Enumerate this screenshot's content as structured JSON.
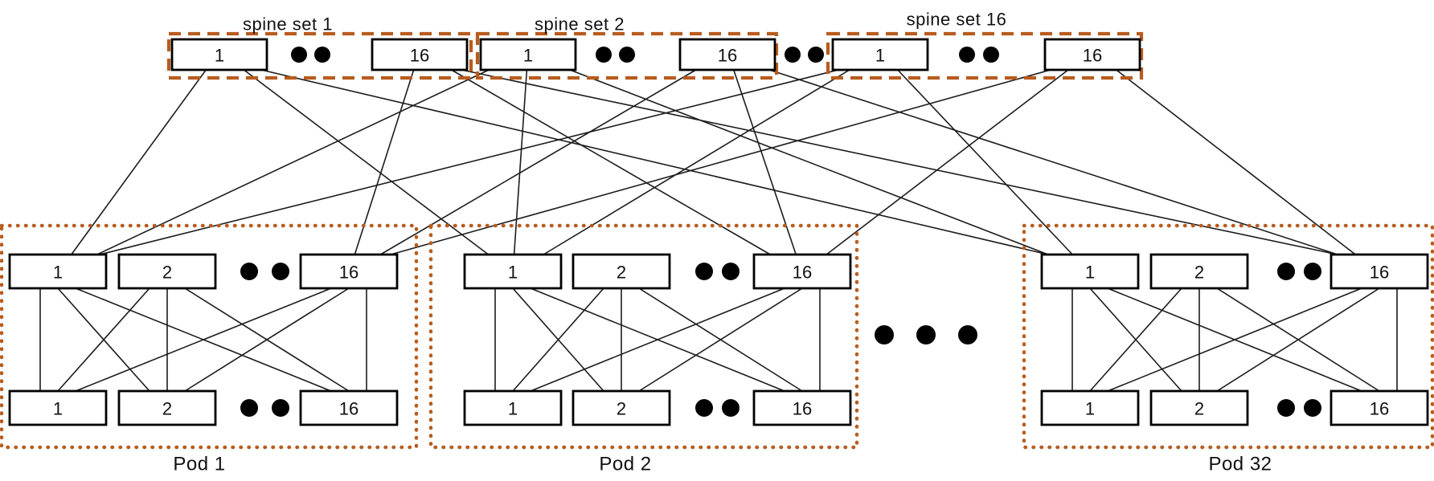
{
  "diagram": {
    "kind": "fat-tree network topology",
    "colors": {
      "group_border_orange": "#b85c1e",
      "link_line": "#1c1c1c",
      "box_stroke": "#000000",
      "box_fill": "#ffffff",
      "dot_black": "#000000",
      "text": "#111111"
    },
    "spine_sets": [
      {
        "id": "ss1",
        "label": "spine set 1",
        "boxes": [
          {
            "id": "ss1-b1",
            "label": "1"
          },
          {
            "id": "ss1-b16",
            "label": "16"
          }
        ],
        "inner_ellipsis_dots": 2
      },
      {
        "id": "ss2",
        "label": "spine set 2",
        "boxes": [
          {
            "id": "ss2-b1",
            "label": "1"
          },
          {
            "id": "ss2-b16",
            "label": "16"
          }
        ],
        "inner_ellipsis_dots": 2
      },
      {
        "id": "ss16",
        "label": "spine set 16",
        "boxes": [
          {
            "id": "ss16-b1",
            "label": "1"
          },
          {
            "id": "ss16-b16",
            "label": "16"
          }
        ],
        "inner_ellipsis_dots": 2
      }
    ],
    "spine_gap_ellipsis_dots": 2,
    "pods": [
      {
        "id": "pod1",
        "label": "Pod 1",
        "upper": [
          {
            "id": "p1-u1",
            "label": "1"
          },
          {
            "id": "p1-u2",
            "label": "2"
          },
          {
            "id": "p1-u16",
            "label": "16"
          }
        ],
        "lower": [
          {
            "id": "p1-l1",
            "label": "1"
          },
          {
            "id": "p1-l2",
            "label": "2"
          },
          {
            "id": "p1-l16",
            "label": "16"
          }
        ],
        "row_ellipsis_dots": 2
      },
      {
        "id": "pod2",
        "label": "Pod 2",
        "upper": [
          {
            "id": "p2-u1",
            "label": "1"
          },
          {
            "id": "p2-u2",
            "label": "2"
          },
          {
            "id": "p2-u16",
            "label": "16"
          }
        ],
        "lower": [
          {
            "id": "p2-l1",
            "label": "1"
          },
          {
            "id": "p2-l2",
            "label": "2"
          },
          {
            "id": "p2-l16",
            "label": "16"
          }
        ],
        "row_ellipsis_dots": 2
      },
      {
        "id": "pod32",
        "label": "Pod 32",
        "upper": [
          {
            "id": "p32-u1",
            "label": "1"
          },
          {
            "id": "p32-u2",
            "label": "2"
          },
          {
            "id": "p32-u16",
            "label": "16"
          }
        ],
        "lower": [
          {
            "id": "p32-l1",
            "label": "1"
          },
          {
            "id": "p32-l2",
            "label": "2"
          },
          {
            "id": "p32-l16",
            "label": "16"
          }
        ],
        "row_ellipsis_dots": 2
      }
    ],
    "pod_gap_ellipsis_dots": 3,
    "links": {
      "spine_to_pod": [
        [
          "ss1-b1",
          "p1-u1"
        ],
        [
          "ss1-b1",
          "p2-u1"
        ],
        [
          "ss1-b1",
          "p32-u1"
        ],
        [
          "ss1-b16",
          "p1-u16"
        ],
        [
          "ss1-b16",
          "p2-u16"
        ],
        [
          "ss1-b16",
          "p32-u16"
        ],
        [
          "ss2-b1",
          "p1-u1"
        ],
        [
          "ss2-b1",
          "p2-u1"
        ],
        [
          "ss2-b1",
          "p32-u1"
        ],
        [
          "ss2-b16",
          "p1-u16"
        ],
        [
          "ss2-b16",
          "p2-u16"
        ],
        [
          "ss2-b16",
          "p32-u16"
        ],
        [
          "ss16-b1",
          "p1-u1"
        ],
        [
          "ss16-b1",
          "p2-u1"
        ],
        [
          "ss16-b1",
          "p32-u1"
        ],
        [
          "ss16-b16",
          "p1-u16"
        ],
        [
          "ss16-b16",
          "p2-u16"
        ],
        [
          "ss16-b16",
          "p32-u16"
        ]
      ],
      "intra_pod": [
        [
          "p1-u1",
          "p1-l1"
        ],
        [
          "p1-u1",
          "p1-l2"
        ],
        [
          "p1-u1",
          "p1-l16"
        ],
        [
          "p1-u2",
          "p1-l1"
        ],
        [
          "p1-u2",
          "p1-l2"
        ],
        [
          "p1-u2",
          "p1-l16"
        ],
        [
          "p1-u16",
          "p1-l1"
        ],
        [
          "p1-u16",
          "p1-l2"
        ],
        [
          "p1-u16",
          "p1-l16"
        ],
        [
          "p2-u1",
          "p2-l1"
        ],
        [
          "p2-u1",
          "p2-l2"
        ],
        [
          "p2-u1",
          "p2-l16"
        ],
        [
          "p2-u2",
          "p2-l1"
        ],
        [
          "p2-u2",
          "p2-l2"
        ],
        [
          "p2-u2",
          "p2-l16"
        ],
        [
          "p2-u16",
          "p2-l1"
        ],
        [
          "p2-u16",
          "p2-l2"
        ],
        [
          "p2-u16",
          "p2-l16"
        ],
        [
          "p32-u1",
          "p32-l1"
        ],
        [
          "p32-u1",
          "p32-l2"
        ],
        [
          "p32-u1",
          "p32-l16"
        ],
        [
          "p32-u2",
          "p32-l1"
        ],
        [
          "p32-u2",
          "p32-l2"
        ],
        [
          "p32-u2",
          "p32-l16"
        ],
        [
          "p32-u16",
          "p32-l1"
        ],
        [
          "p32-u16",
          "p32-l2"
        ],
        [
          "p32-u16",
          "p32-l16"
        ]
      ]
    }
  }
}
